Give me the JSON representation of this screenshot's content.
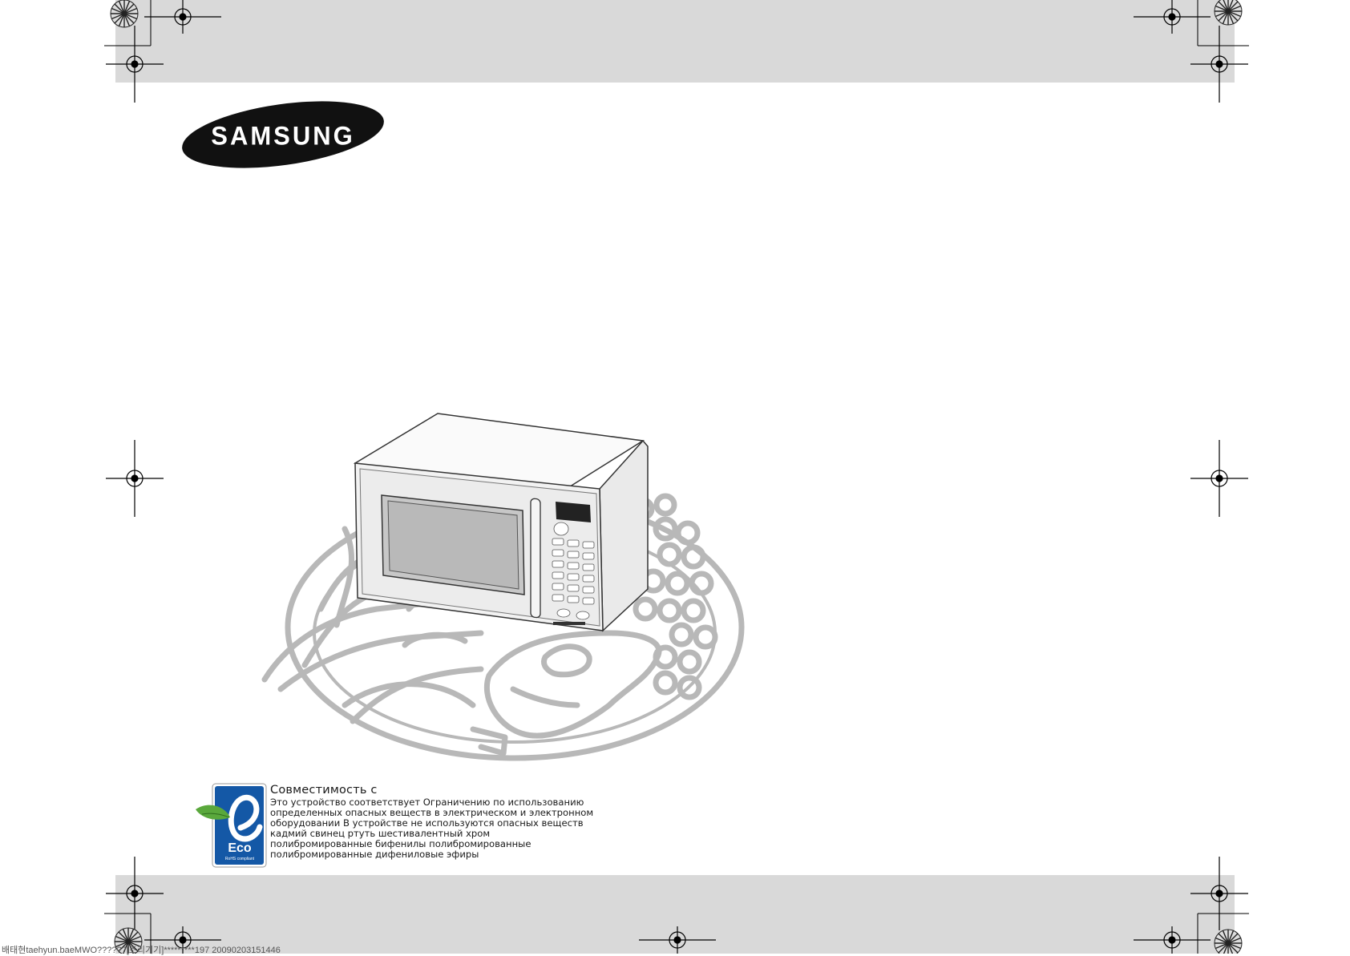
{
  "brand": {
    "logo_text": "SAMSUNG"
  },
  "eco_notice": {
    "badge": {
      "label": "Eco",
      "sublabel": "RoHS compliant"
    },
    "title": "Совместимость с",
    "lines": [
      "Это устройство соответствует Ограничению по использованию",
      "определенных опасных веществ в электрическом и электронном",
      "оборудовании В устройстве не используются опасных веществ",
      "кадмий свинец ртуть шестивалентный хром",
      "полибромированные бифенилы полибромированные",
      "полибромированные дифениловые эфиры"
    ]
  },
  "footer": {
    "slug": "배태현taehyun.baeMWO??????[조리기기]*********197 20090203151446"
  },
  "colors": {
    "band": "#d9d9d9",
    "illustration_outline": "#b8b8b8",
    "eco_blue": "#1458a6",
    "leaf_green": "#5aa83c"
  }
}
